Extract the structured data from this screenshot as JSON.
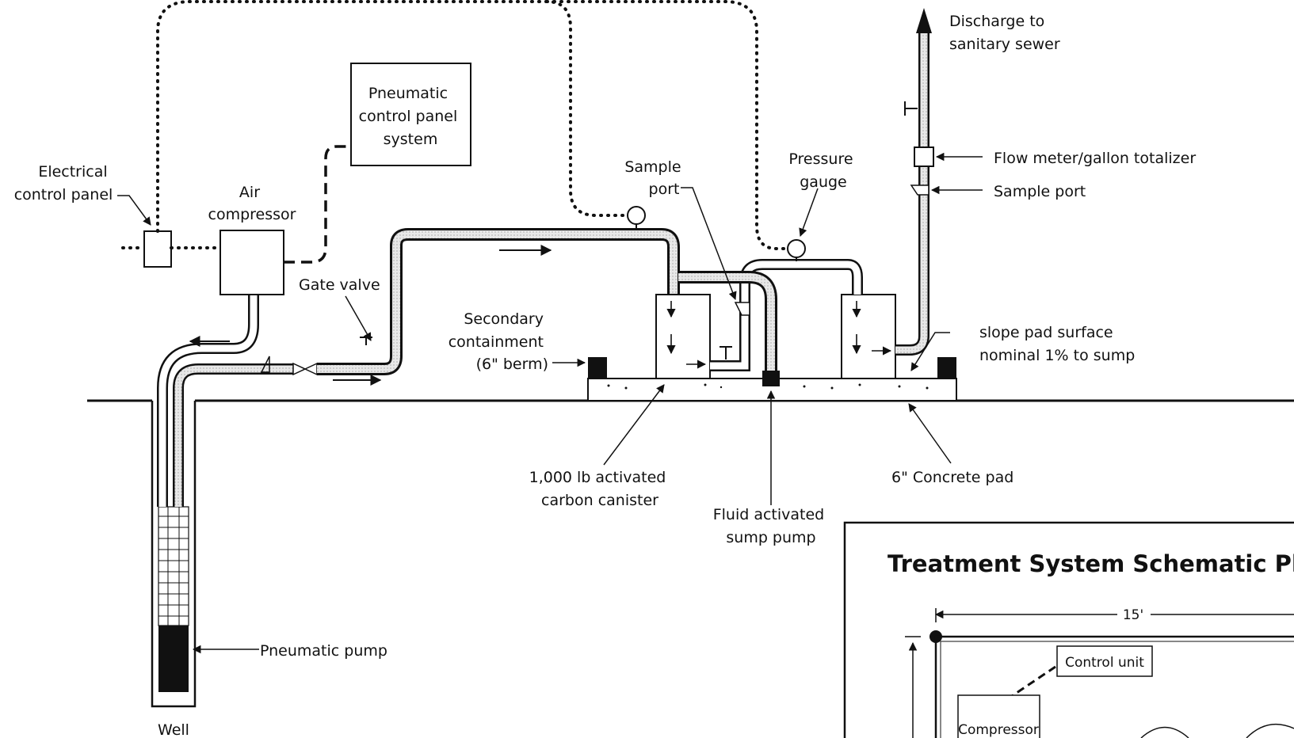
{
  "labels": {
    "discharge": [
      "Discharge to",
      "sanitary sewer"
    ],
    "pneumatic_panel": [
      "Pneumatic",
      "control panel",
      "system"
    ],
    "electrical_panel": [
      "Electrical",
      "control panel"
    ],
    "air_compressor": [
      "Air",
      "compressor"
    ],
    "sample_port_top": [
      "Sample",
      "port"
    ],
    "pressure_gauge": [
      "Pressure",
      "gauge"
    ],
    "flow_meter": "Flow meter/gallon totalizer",
    "sample_port_right": "Sample port",
    "gate_valve": "Gate valve",
    "secondary_containment": [
      "Secondary",
      "containment",
      "(6\" berm)"
    ],
    "slope_pad": [
      "slope pad surface",
      "nominal 1% to sump"
    ],
    "carbon_canister": [
      "1,000 lb activated",
      "carbon canister"
    ],
    "sump_pump": [
      "Fluid activated",
      "sump pump"
    ],
    "concrete_pad": "6\" Concrete pad",
    "pneumatic_pump": "Pneumatic pump",
    "well": "Well"
  },
  "inset": {
    "title": "Treatment System Schematic Pl",
    "dimension": "15'",
    "control_unit": "Control unit",
    "compressor": "Compressor"
  }
}
